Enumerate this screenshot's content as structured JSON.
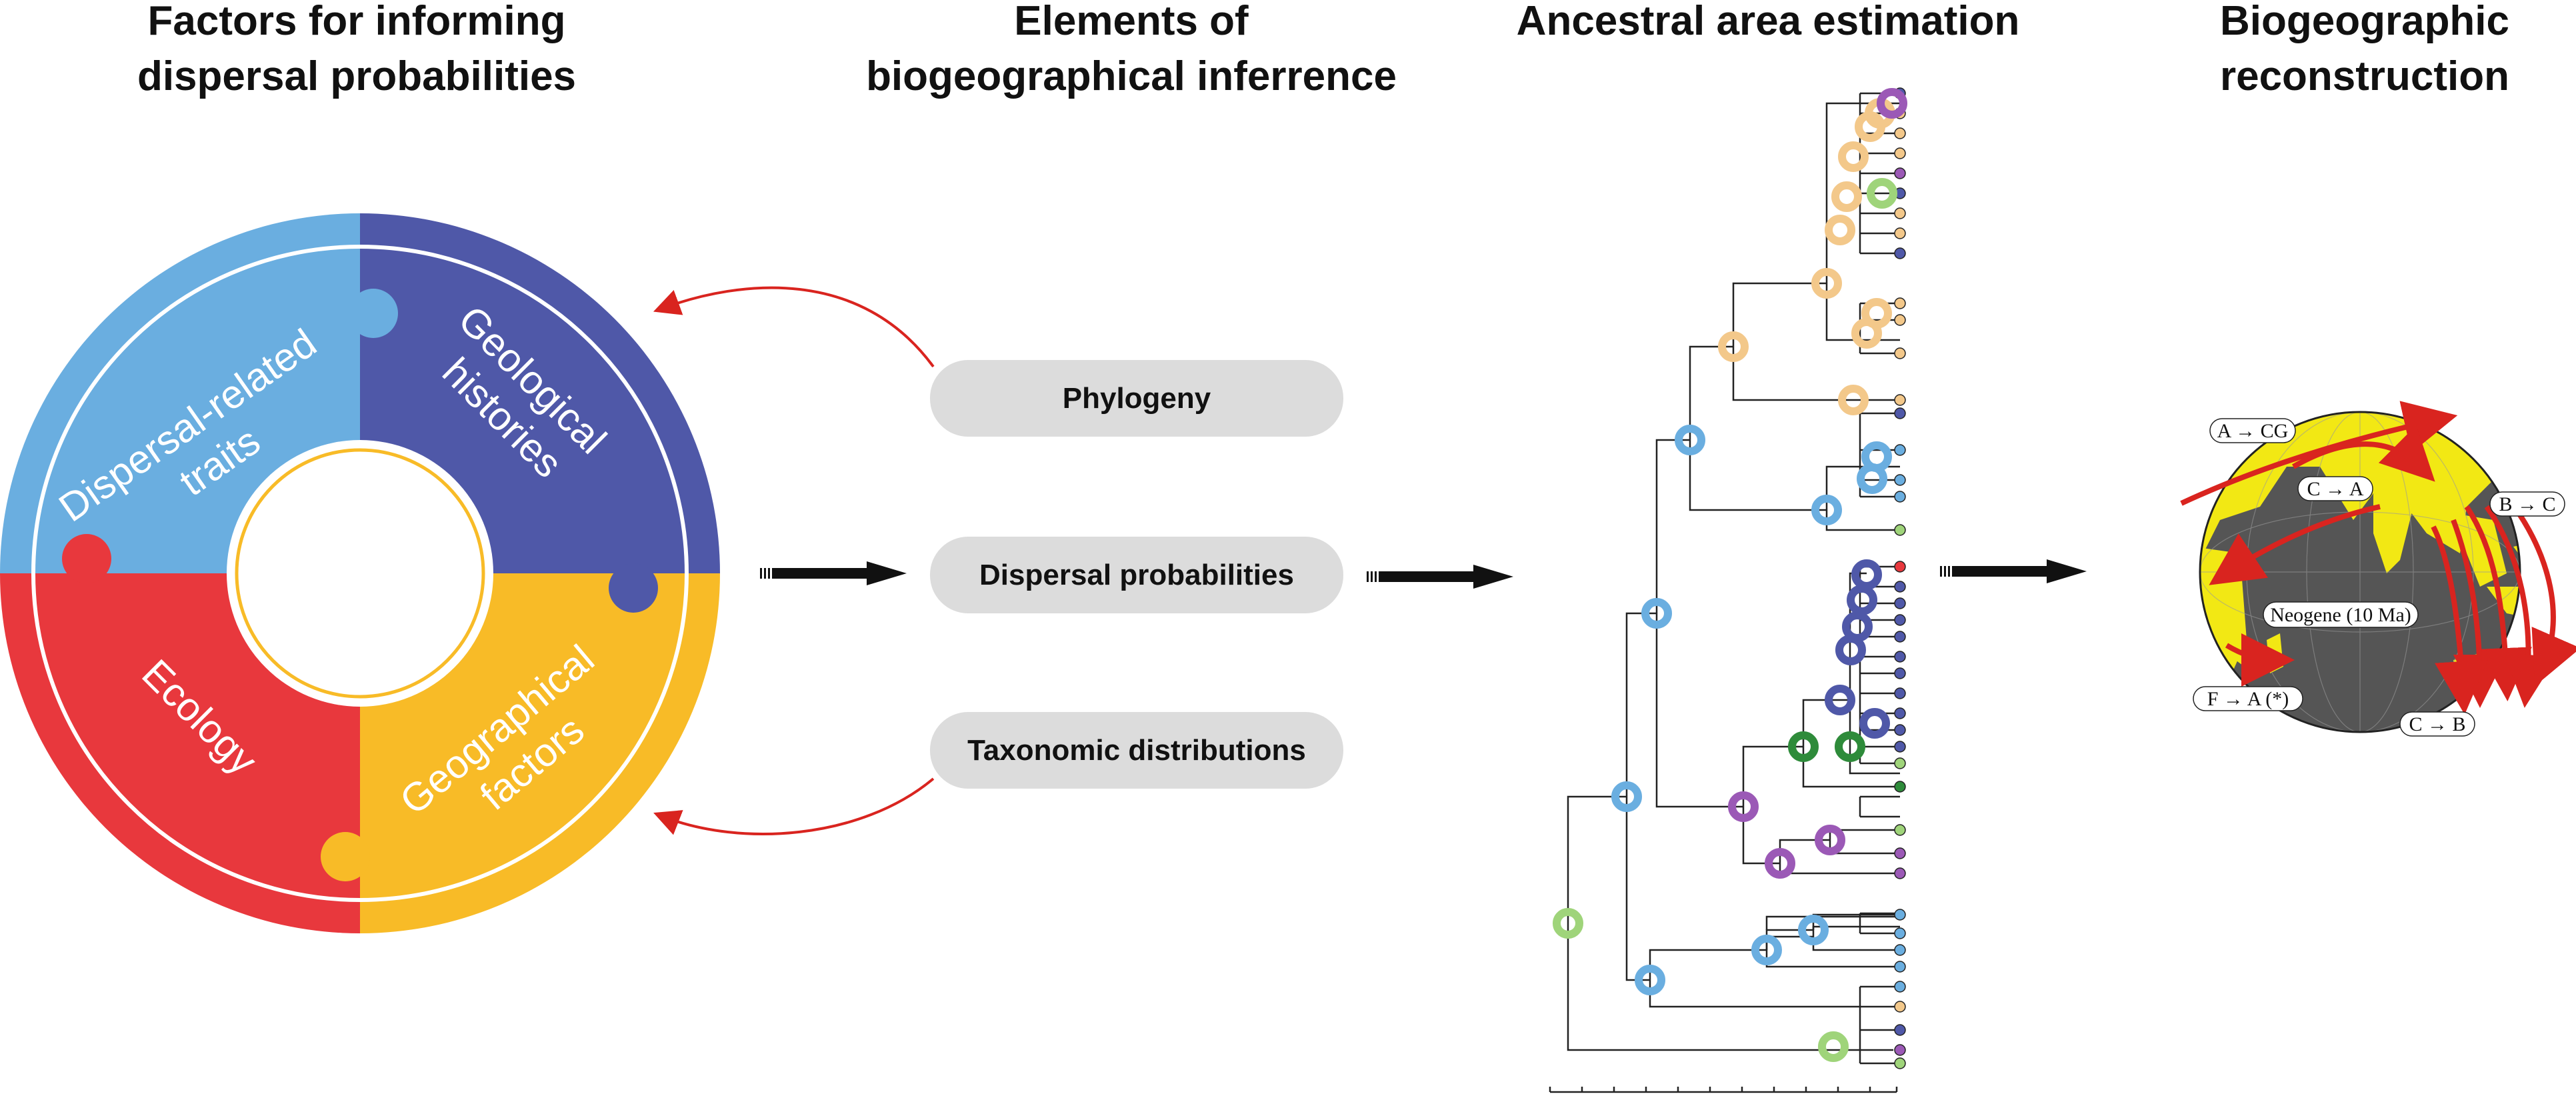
{
  "headers": {
    "col1": [
      "Factors for informing",
      "dispersal probabilities"
    ],
    "col2": [
      "Elements of",
      "biogeographical inferrence"
    ],
    "col3": [
      "Ancestral area estimation"
    ],
    "col4": [
      "Biogeographic",
      "reconstruction"
    ]
  },
  "factors": {
    "dispersal_traits": [
      "Dispersal-related",
      "traits"
    ],
    "geological": [
      "Geological",
      "histories"
    ],
    "ecology": [
      "Ecology"
    ],
    "geographical": [
      "Geographical",
      "factors"
    ]
  },
  "elements": {
    "phylogeny": "Phylogeny",
    "dispersal_probabilities": "Dispersal probabilities",
    "taxonomic_distributions": "Taxonomic distributions"
  },
  "map": {
    "labels": {
      "a_cg": "A → CG",
      "c_a": "C → A",
      "b_c": "B → C",
      "neogene": "Neogene (10 Ma)",
      "f_a": "F → A (*)",
      "c_b": "C → B"
    }
  },
  "colors": {
    "dispersal_traits": "#6aaee0",
    "geological": "#4f58a8",
    "ecology": "#e8383d",
    "geographical": "#f8bb27",
    "arrow_red": "#d9241f",
    "pill": "#dcdcdc",
    "ocean": "#555555",
    "land": "#f2e814"
  }
}
